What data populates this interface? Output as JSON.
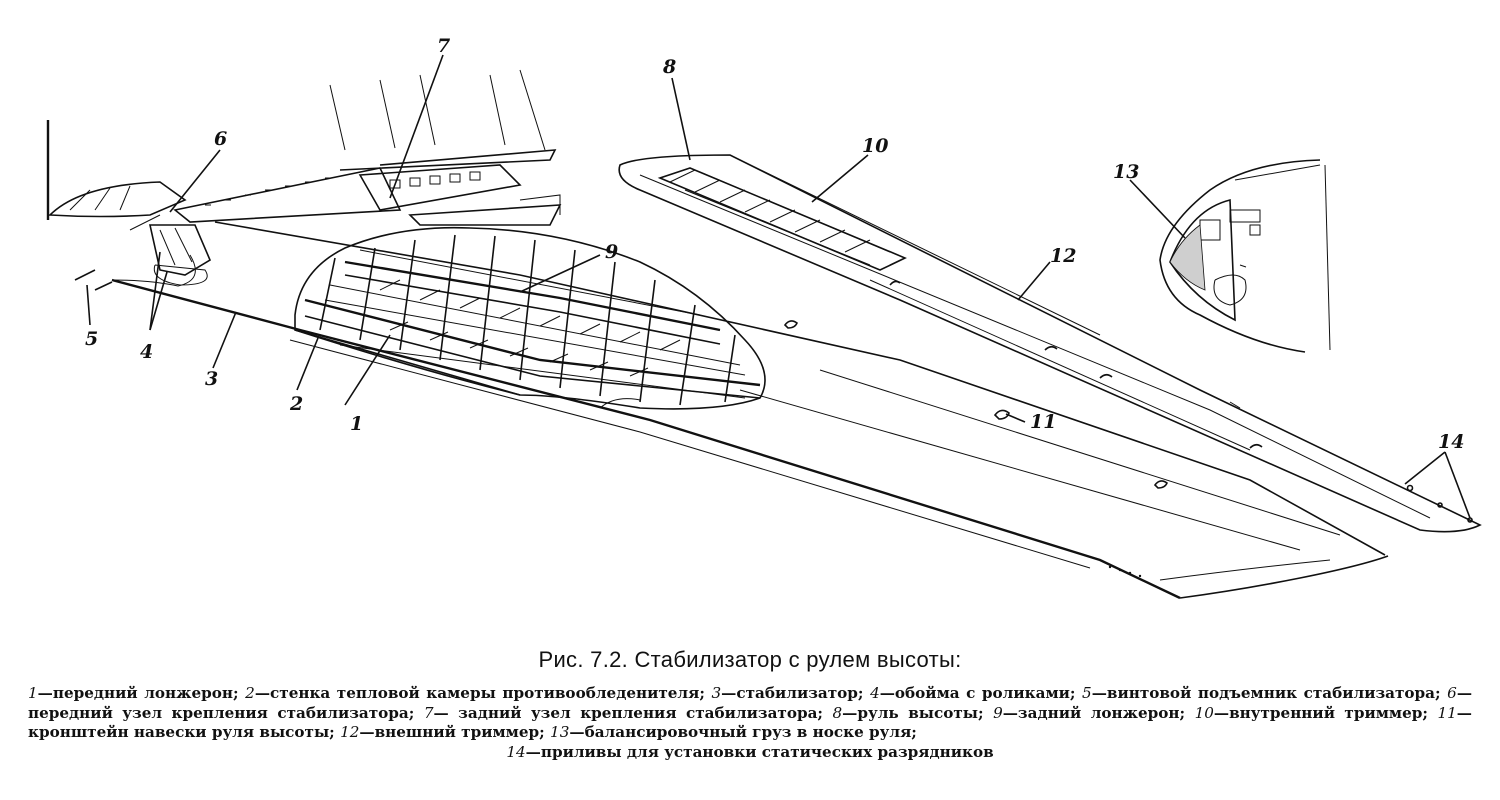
{
  "callouts": [
    {
      "id": "1",
      "text": "1"
    },
    {
      "id": "2",
      "text": "2"
    },
    {
      "id": "3",
      "text": "3"
    },
    {
      "id": "4",
      "text": "4"
    },
    {
      "id": "5",
      "text": "5"
    },
    {
      "id": "6",
      "text": "6"
    },
    {
      "id": "7",
      "text": "7"
    },
    {
      "id": "8",
      "text": "8"
    },
    {
      "id": "9",
      "text": "9"
    },
    {
      "id": "10",
      "text": "10"
    },
    {
      "id": "11",
      "text": "11"
    },
    {
      "id": "12",
      "text": "12"
    },
    {
      "id": "13",
      "text": "13"
    },
    {
      "id": "14",
      "text": "14"
    }
  ],
  "caption": {
    "title": "Рис. 7.2. Стабилизатор с рулем высоты:",
    "legend": [
      {
        "num": "1",
        "text": "—передний лонжерон; "
      },
      {
        "num": "2",
        "text": "—стенка тепловой камеры противообледенителя; "
      },
      {
        "num": "3",
        "text": "—стабилизатор; "
      },
      {
        "num": "4",
        "text": "—обойма с роликами; "
      },
      {
        "num": "5",
        "text": "—винтовой подъемник стабилизатора; "
      },
      {
        "num": "6",
        "text": "—передний узел крепления стабилизатора; "
      },
      {
        "num": "7",
        "text": "— задний узел крепления стабилизатора; "
      },
      {
        "num": "8",
        "text": "—руль высоты; "
      },
      {
        "num": "9",
        "text": "—задний лонжерон; "
      },
      {
        "num": "10",
        "text": "—внутренний триммер; "
      },
      {
        "num": "11",
        "text": "—кронштейн навески руля высоты; "
      },
      {
        "num": "12",
        "text": "—внешний триммер; "
      },
      {
        "num": "13",
        "text": "—балансировочный груз в носке руля; "
      },
      {
        "num": "14",
        "text": "—приливы для установки статических разрядников"
      }
    ]
  }
}
